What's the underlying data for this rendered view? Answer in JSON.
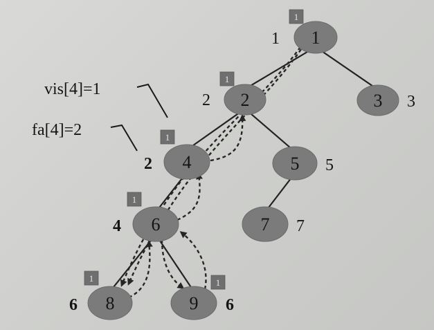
{
  "nodes": [
    {
      "id": "1",
      "label": "1",
      "side": "1",
      "flag": "1"
    },
    {
      "id": "2",
      "label": "2",
      "side": "2",
      "flag": "1"
    },
    {
      "id": "3",
      "label": "3",
      "side": "3",
      "flag": ""
    },
    {
      "id": "4",
      "label": "4",
      "side": "2",
      "flag": "1"
    },
    {
      "id": "5",
      "label": "5",
      "side": "5",
      "flag": ""
    },
    {
      "id": "6",
      "label": "6",
      "side": "4",
      "flag": "1"
    },
    {
      "id": "7",
      "label": "7",
      "side": "7",
      "flag": ""
    },
    {
      "id": "8",
      "label": "8",
      "side": "6",
      "flag": "1"
    },
    {
      "id": "9",
      "label": "9",
      "side": "6",
      "flag": "1"
    }
  ],
  "edges": [
    [
      "1",
      "2"
    ],
    [
      "1",
      "3"
    ],
    [
      "2",
      "4"
    ],
    [
      "2",
      "5"
    ],
    [
      "4",
      "6"
    ],
    [
      "5",
      "7"
    ],
    [
      "6",
      "8"
    ],
    [
      "6",
      "9"
    ]
  ],
  "annotations": {
    "vis": "vis[4]=1",
    "fa": "fa[4]=2"
  }
}
